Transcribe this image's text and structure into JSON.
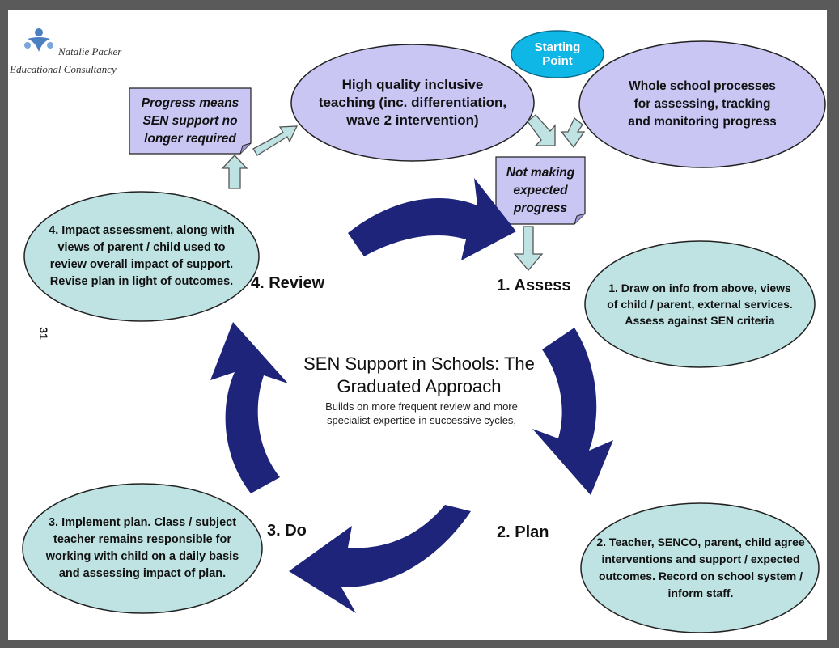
{
  "logo": {
    "line1": "Natalie Packer",
    "line2": "Educational Consultancy"
  },
  "starting_point": "Starting Point",
  "teaching": "High quality inclusive teaching (inc. differentiation, wave 2 intervention)",
  "whole_school": "Whole school processes for assessing, tracking and monitoring progress",
  "progress_note": "Progress means SEN support no longer required",
  "not_making": "Not making expected progress",
  "impact_ellipse": "4. Impact assessment, along with views of parent / child used to review overall impact of support. Revise plan in light of outcomes.",
  "draw_ellipse": "1.  Draw on info from above, views of child / parent, external services. Assess against SEN criteria",
  "implement_ellipse": "3.  Implement plan. Class / subject teacher remains responsible for working with child on a daily basis and assessing impact of plan.",
  "teacher_ellipse": "2. Teacher, SENCO, parent, child agree interventions and support / expected outcomes. Record on school system / inform staff.",
  "stages": {
    "review": "4. Review",
    "assess": "1. Assess",
    "plan": "2. Plan",
    "do": "3. Do"
  },
  "center": {
    "title": "SEN Support in Schools: The Graduated Approach",
    "subtitle": "Builds on more frequent review and more specialist expertise in successive cycles,"
  },
  "page_number": "31",
  "colors": {
    "lavender": "#c9c6f4",
    "teal": "#bfe2e2",
    "cyan": "#0fb7e6",
    "navy": "#1d247a"
  }
}
